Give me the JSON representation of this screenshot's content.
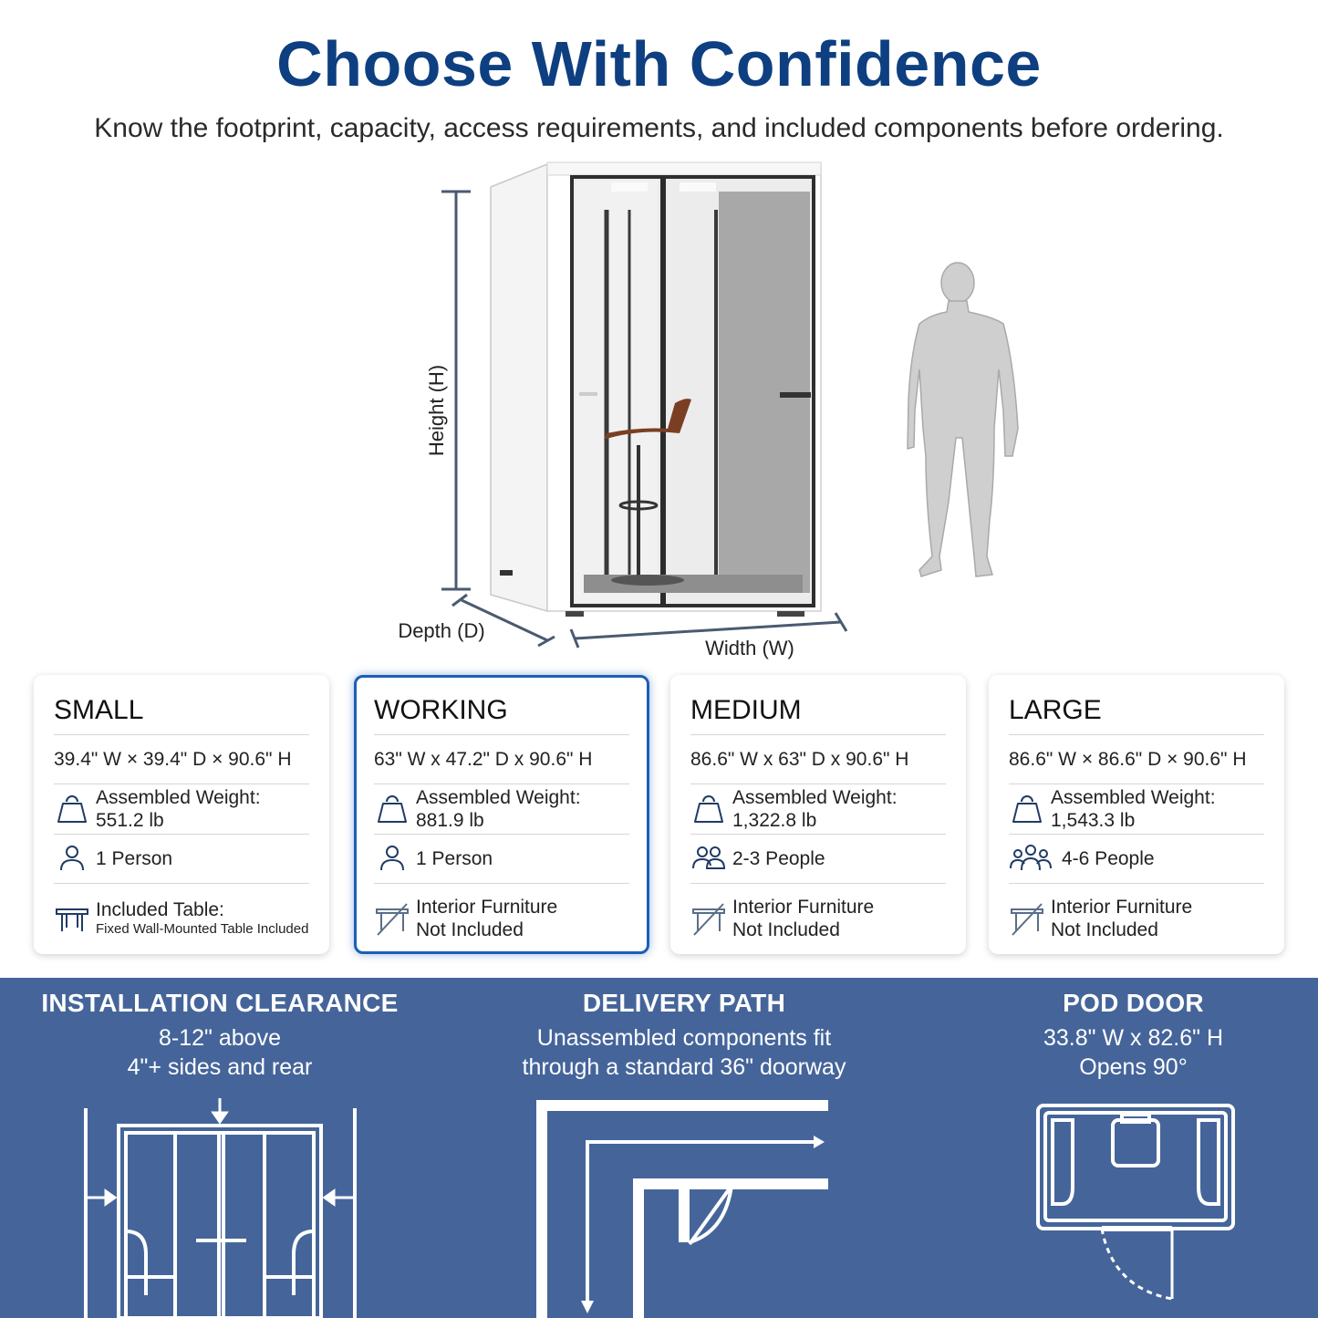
{
  "header": {
    "title": "Choose With Confidence",
    "subtitle": "Know the footprint, capacity, access requirements, and included components before ordering."
  },
  "diagram": {
    "height_label": "Height (H)",
    "depth_label": "Depth (D)",
    "width_label": "Width (W)"
  },
  "cards": [
    {
      "name": "SMALL",
      "dims": "39.4\" W × 39.4\" D × 90.6\" H",
      "weight_label": "Assembled Weight:",
      "weight": "551.2 lb",
      "capacity": "1 Person",
      "furniture_line1": "Included Table:",
      "furniture_line2": "Fixed Wall-Mounted Table Included",
      "selected": false
    },
    {
      "name": "WORKING",
      "dims": "63\" W x 47.2\" D x 90.6\" H",
      "weight_label": "Assembled Weight:",
      "weight": "881.9 lb",
      "capacity": "1 Person",
      "furniture_line1": "Interior Furniture",
      "furniture_line2": "Not Included",
      "selected": true
    },
    {
      "name": "MEDIUM",
      "dims": "86.6\" W x 63\" D x 90.6\" H",
      "weight_label": "Assembled Weight:",
      "weight": "1,322.8 lb",
      "capacity": "2-3 People",
      "furniture_line1": "Interior Furniture",
      "furniture_line2": "Not Included",
      "selected": false
    },
    {
      "name": "LARGE",
      "dims": "86.6\" W × 86.6\" D × 90.6\" H",
      "weight_label": "Assembled Weight:",
      "weight": "1,543.3 lb",
      "capacity": "4-6 People",
      "furniture_line1": "Interior Furniture",
      "furniture_line2": "Not Included",
      "selected": false
    }
  ],
  "info": {
    "installation": {
      "heading": "INSTALLATION CLEARANCE",
      "line1": "8-12\" above",
      "line2": "4\"+ sides and rear"
    },
    "delivery": {
      "heading": "DELIVERY PATH",
      "line1": "Unassembled components fit",
      "line2": "through a standard 36\" doorway"
    },
    "door": {
      "heading": "POD DOOR",
      "line1": "33.8\" W x 82.6\" H",
      "line2": "Opens 90°"
    }
  },
  "colors": {
    "title": "#0e3f80",
    "band": "#45659a",
    "selected_border": "#1b5fb5"
  }
}
